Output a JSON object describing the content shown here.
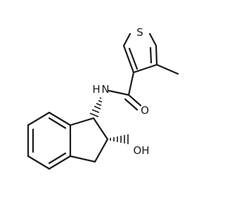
{
  "atoms": {
    "sulfur": "S",
    "nitrogen": "N",
    "amide_hydrogen": "H",
    "carbonyl_oxygen": "O",
    "hydroxyl": "OH"
  },
  "colors": {
    "bond": "#1a1a1a",
    "label": "#1a1a1a",
    "background": "#ffffff"
  }
}
